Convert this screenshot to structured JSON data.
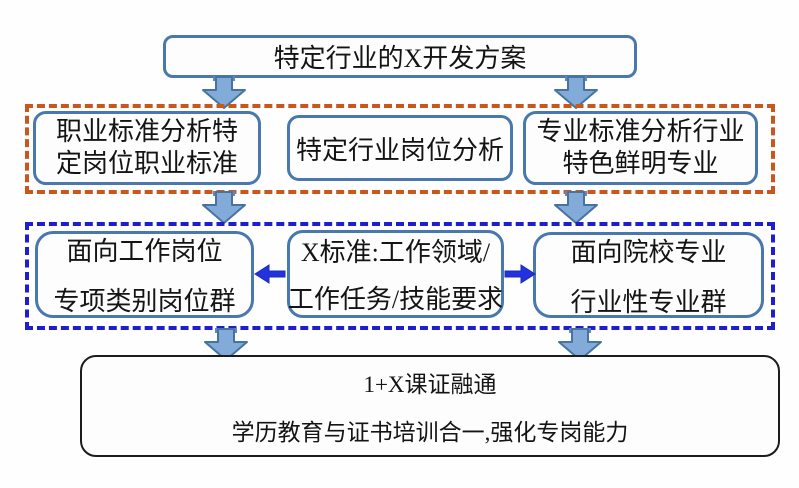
{
  "flow": {
    "top": {
      "lines": [
        "特定行业的X开发方案"
      ]
    },
    "analysis_row": [
      {
        "id": "occupation-standard-analysis",
        "lines": [
          "职业标准分析特",
          "定岗位职业标准"
        ]
      },
      {
        "id": "industry-post-analysis",
        "lines": [
          "特定行业岗位分析"
        ]
      },
      {
        "id": "major-standard-analysis",
        "lines": [
          "专业标准分析行业",
          "特色鲜明专业"
        ]
      }
    ],
    "standard_row": [
      {
        "id": "work-post-group",
        "lines": [
          "面向工作岗位",
          "专项类别岗位群"
        ]
      },
      {
        "id": "x-standard",
        "lines": [
          "X标准:工作领域/",
          "工作任务/技能要求"
        ]
      },
      {
        "id": "college-major-group",
        "lines": [
          "面向院校专业",
          "行业性专业群"
        ]
      }
    ],
    "bottom": {
      "lines": [
        "1+X课证融通",
        "学历教育与证书培训合一,强化专岗能力"
      ]
    },
    "arrows": [
      {
        "from": "top-box",
        "to": "analysis-frame",
        "side": "left",
        "direction": "down"
      },
      {
        "from": "top-box",
        "to": "analysis-frame",
        "side": "right",
        "direction": "down"
      },
      {
        "from": "analysis-frame",
        "to": "standard-frame",
        "side": "left",
        "direction": "down"
      },
      {
        "from": "analysis-frame",
        "to": "standard-frame",
        "side": "right",
        "direction": "down"
      },
      {
        "from": "x-standard",
        "to": "work-post-group",
        "direction": "left"
      },
      {
        "from": "x-standard",
        "to": "college-major-group",
        "direction": "right"
      },
      {
        "from": "standard-frame",
        "to": "bottom-box",
        "side": "left",
        "direction": "down"
      },
      {
        "from": "standard-frame",
        "to": "bottom-box",
        "side": "right",
        "direction": "down"
      }
    ]
  },
  "colors": {
    "node_border": "#4878ad",
    "analysis_frame_border": "#c9571b",
    "standard_frame_border": "#1e1ecf",
    "down_arrow_fill": "#82abd9",
    "down_arrow_collar": "#6288bf",
    "down_arrow_stroke": "#46749f",
    "side_arrow_fill": "#2233dd",
    "bottom_box_border": "#1c1c1c",
    "text": "#141414"
  }
}
